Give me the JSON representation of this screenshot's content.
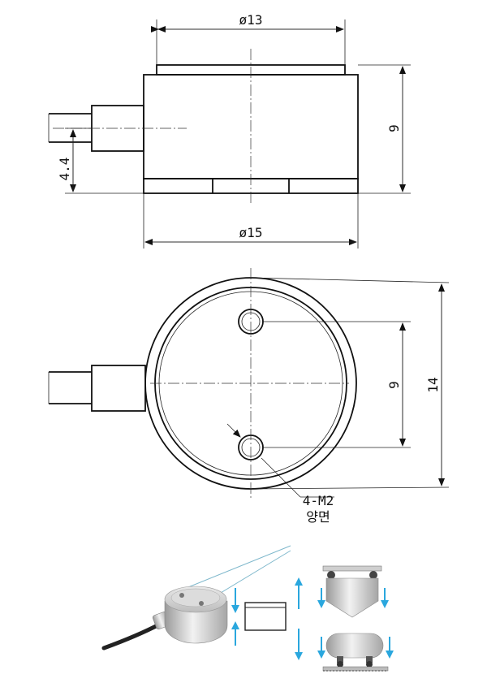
{
  "side_view": {
    "top_diameter": "ø13",
    "bottom_diameter": "ø15",
    "height": "9",
    "cable_offset": "4.4"
  },
  "top_view": {
    "hole_spacing": "9",
    "outer_diameter": "14",
    "hole_callout": "4-M2",
    "hole_note": "양면"
  },
  "photo_strip": {
    "arrow_color": "#2aa7de",
    "icons": [
      "load-cell-photo-icon",
      "cylinder-sample-icon",
      "hopper-mount-icon",
      "tank-mount-icon"
    ]
  }
}
